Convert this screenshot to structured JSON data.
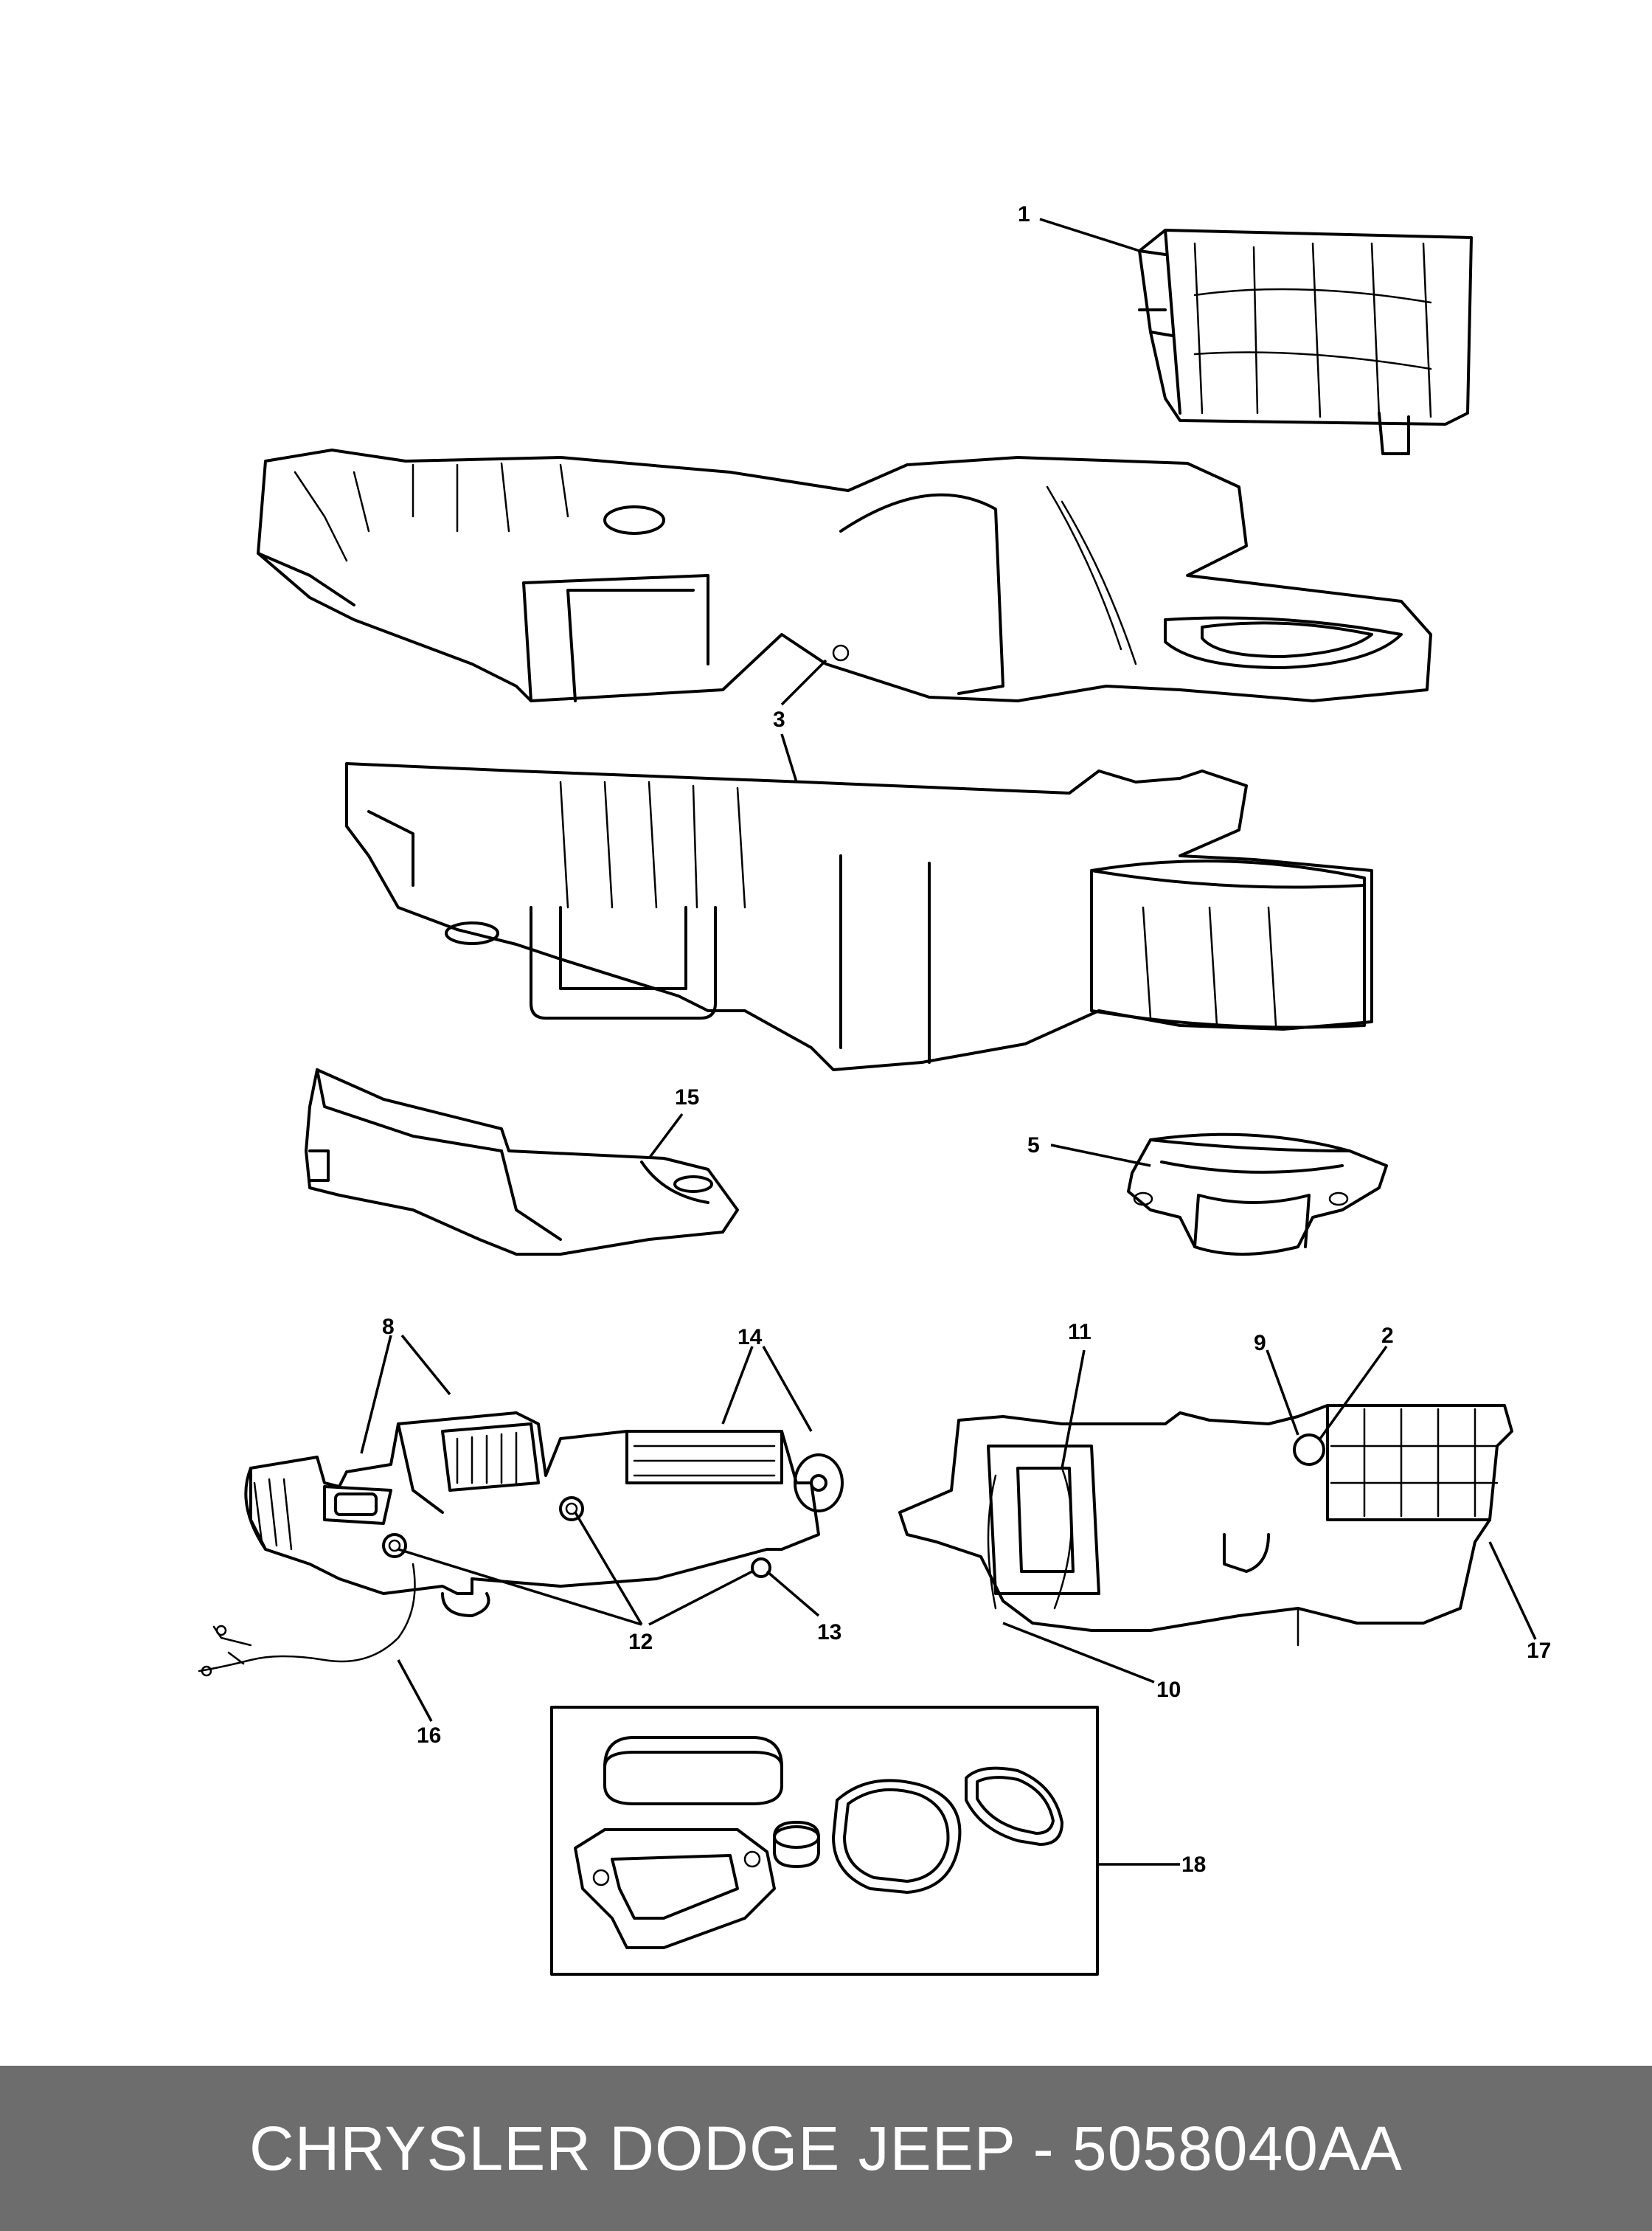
{
  "callouts": {
    "c1": "1",
    "c2": "2",
    "c3": "3",
    "c5": "5",
    "c8": "8",
    "c9": "9",
    "c10": "10",
    "c11": "11",
    "c12": "12",
    "c13": "13",
    "c14": "14",
    "c15": "15",
    "c16": "16",
    "c17": "17",
    "c18": "18"
  },
  "footer": {
    "text": "CHRYSLER DODGE JEEP - 5058040AA"
  },
  "colors": {
    "footer_bg": "#6d6d6d",
    "footer_text": "#ffffff",
    "line": "#000000"
  }
}
